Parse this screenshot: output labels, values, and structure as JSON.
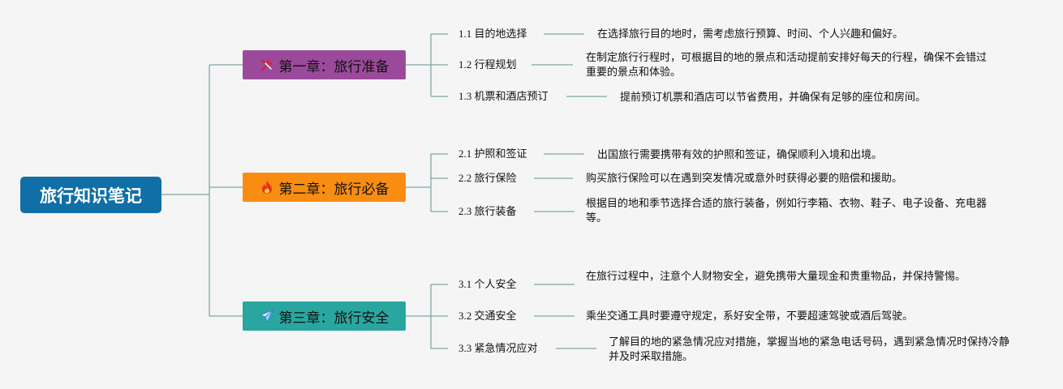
{
  "root": {
    "title": "旅行知识笔记"
  },
  "colors": {
    "root": "#0f6fa6",
    "chapter1": "#9b4a9b",
    "chapter2": "#f98d12",
    "chapter3": "#2aa6a0",
    "line": "#7aa8a6"
  },
  "chapters": [
    {
      "icon": "tools-icon",
      "label": "第一章：旅行准备",
      "topics": [
        {
          "label": "1.1 目的地选择",
          "note": "在选择旅行目的地时，需考虑旅行预算、时间、个人兴趣和偏好。"
        },
        {
          "label": "1.2 行程规划",
          "note": "在制定旅行行程时，可根据目的地的景点和活动提前安排好每天的行程，确保不会错过重要的景点和体验。"
        },
        {
          "label": "1.3 机票和酒店预订",
          "note": "提前预订机票和酒店可以节省费用，并确保有足够的座位和房间。"
        }
      ]
    },
    {
      "icon": "fire-icon",
      "label": "第二章：旅行必备",
      "topics": [
        {
          "label": "2.1 护照和签证",
          "note": "出国旅行需要携带有效的护照和签证，确保顺利入境和出境。"
        },
        {
          "label": "2.2 旅行保险",
          "note": "购买旅行保险可以在遇到突发情况或意外时获得必要的赔偿和援助。"
        },
        {
          "label": "2.3 旅行装备",
          "note": "根据目的地和季节选择合适的旅行装备，例如行李箱、衣物、鞋子、电子设备、充电器等。"
        }
      ]
    },
    {
      "icon": "paper-plane-icon",
      "label": "第三章：旅行安全",
      "topics": [
        {
          "label": "3.1 个人安全",
          "note": "在旅行过程中，注意个人财物安全，避免携带大量现金和贵重物品，并保持警惕。"
        },
        {
          "label": "3.2 交通安全",
          "note": "乘坐交通工具时要遵守规定，系好安全带，不要超速驾驶或酒后驾驶。"
        },
        {
          "label": "3.3 紧急情况应对",
          "note": "了解目的地的紧急情况应对措施，掌握当地的紧急电话号码，遇到紧急情况时保持冷静并及时采取措施。"
        }
      ]
    }
  ]
}
